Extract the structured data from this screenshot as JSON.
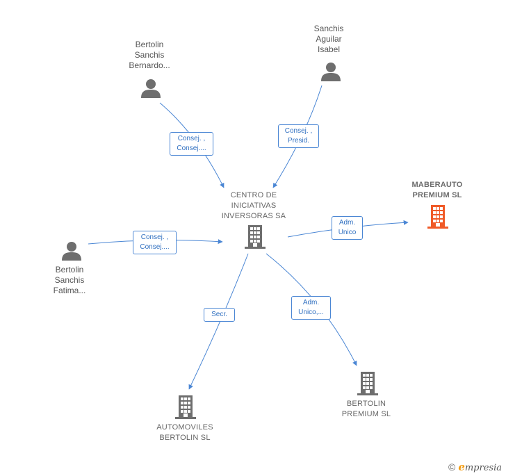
{
  "nodes": {
    "center": {
      "lines": [
        "CENTRO DE",
        "INICIATIVAS",
        "INVERSORAS SA"
      ]
    },
    "maberauto": {
      "lines": [
        "MABERAUTO",
        "PREMIUM  SL"
      ],
      "color": "#f05a28"
    },
    "automoviles": {
      "lines": [
        "AUTOMOVILES",
        "BERTOLIN SL"
      ]
    },
    "bertolin_premium": {
      "lines": [
        "BERTOLIN",
        "PREMIUM  SL"
      ]
    },
    "bernardo": {
      "lines": [
        "Bertolin",
        "Sanchis",
        "Bernardo..."
      ]
    },
    "isabel": {
      "lines": [
        "Sanchis",
        "Aguilar",
        "Isabel"
      ]
    },
    "fatima": {
      "lines": [
        "Bertolin",
        "Sanchis",
        "Fatima..."
      ]
    }
  },
  "roles": {
    "bernardo": [
      "Consej. ,",
      "Consej...."
    ],
    "isabel": [
      "Consej. ,",
      "Presid."
    ],
    "fatima": [
      "Consej. ,",
      "Consej...."
    ],
    "maberauto": [
      "Adm.",
      "Unico"
    ],
    "automoviles": [
      "Secr."
    ],
    "bertolin_premium": [
      "Adm.",
      "Unico,..."
    ]
  },
  "colors": {
    "edge": "#4a86d4",
    "building": "#6e6e6e",
    "building_highlight": "#f05a28",
    "person": "#6e6e6e"
  },
  "brand": {
    "copyright": "©",
    "e": "e",
    "rest": "mpresia"
  }
}
